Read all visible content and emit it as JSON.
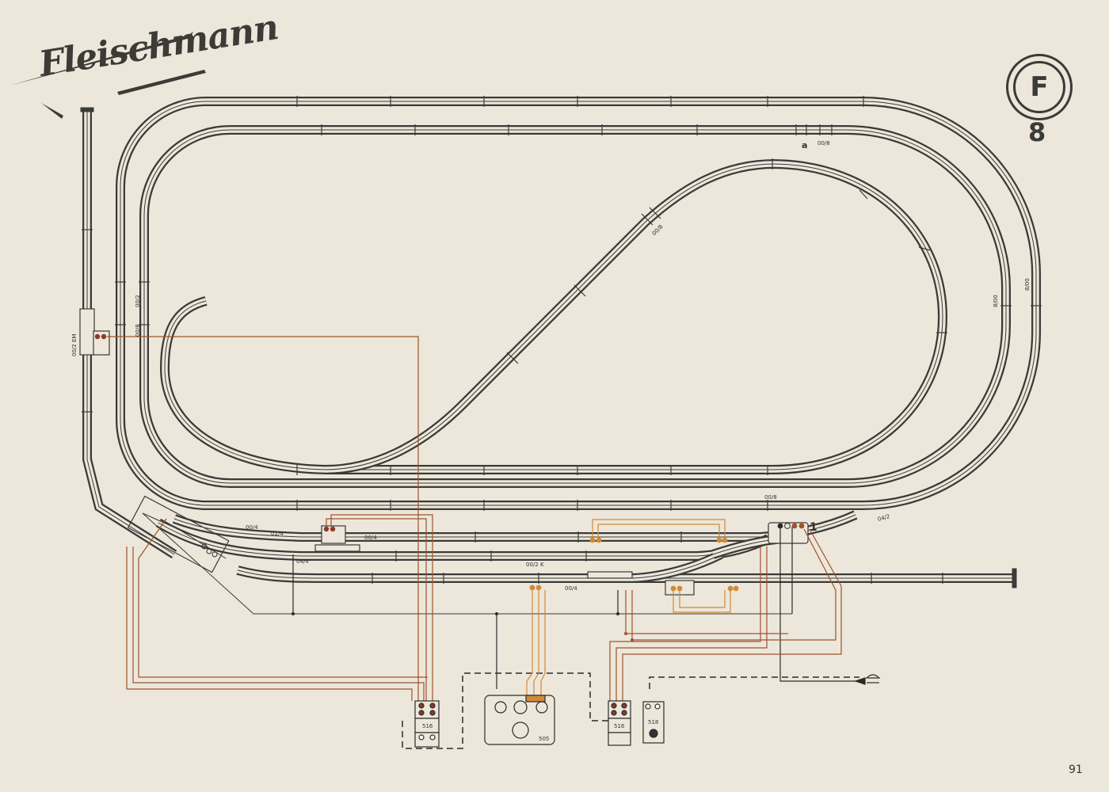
{
  "brand": {
    "logo_text": "Fleischmann"
  },
  "badge": {
    "letter": "F",
    "plan_number": "8"
  },
  "page_number": "91",
  "track_labels": {
    "a": "a",
    "t_008_top": "00/8",
    "t_008_diag": "00/8",
    "t_002_left": "00/2",
    "t_008_left": "00/8",
    "t_002em": "00/2 EM",
    "t_800_a": "8/00",
    "t_800_b": "8/00",
    "t_008_bottom": "00/8",
    "t_042": "04/2",
    "t_004_a": "00/4",
    "t_014": "01/4",
    "t_004_b": "00/4",
    "t_044": "04/4",
    "t_002k": "00/2 K",
    "t_004_c": "00/4",
    "marker_1": "1"
  },
  "controls": {
    "switch_box_left": "516",
    "switch_box_mid": "516",
    "switch_box_right": "518",
    "transformer": "505"
  },
  "colors": {
    "background": "#ece7da",
    "track": "#3a3a38",
    "wire_red": "#a0522d",
    "wire_orange": "#d08a3a",
    "wire_black": "#2b2b2b"
  }
}
